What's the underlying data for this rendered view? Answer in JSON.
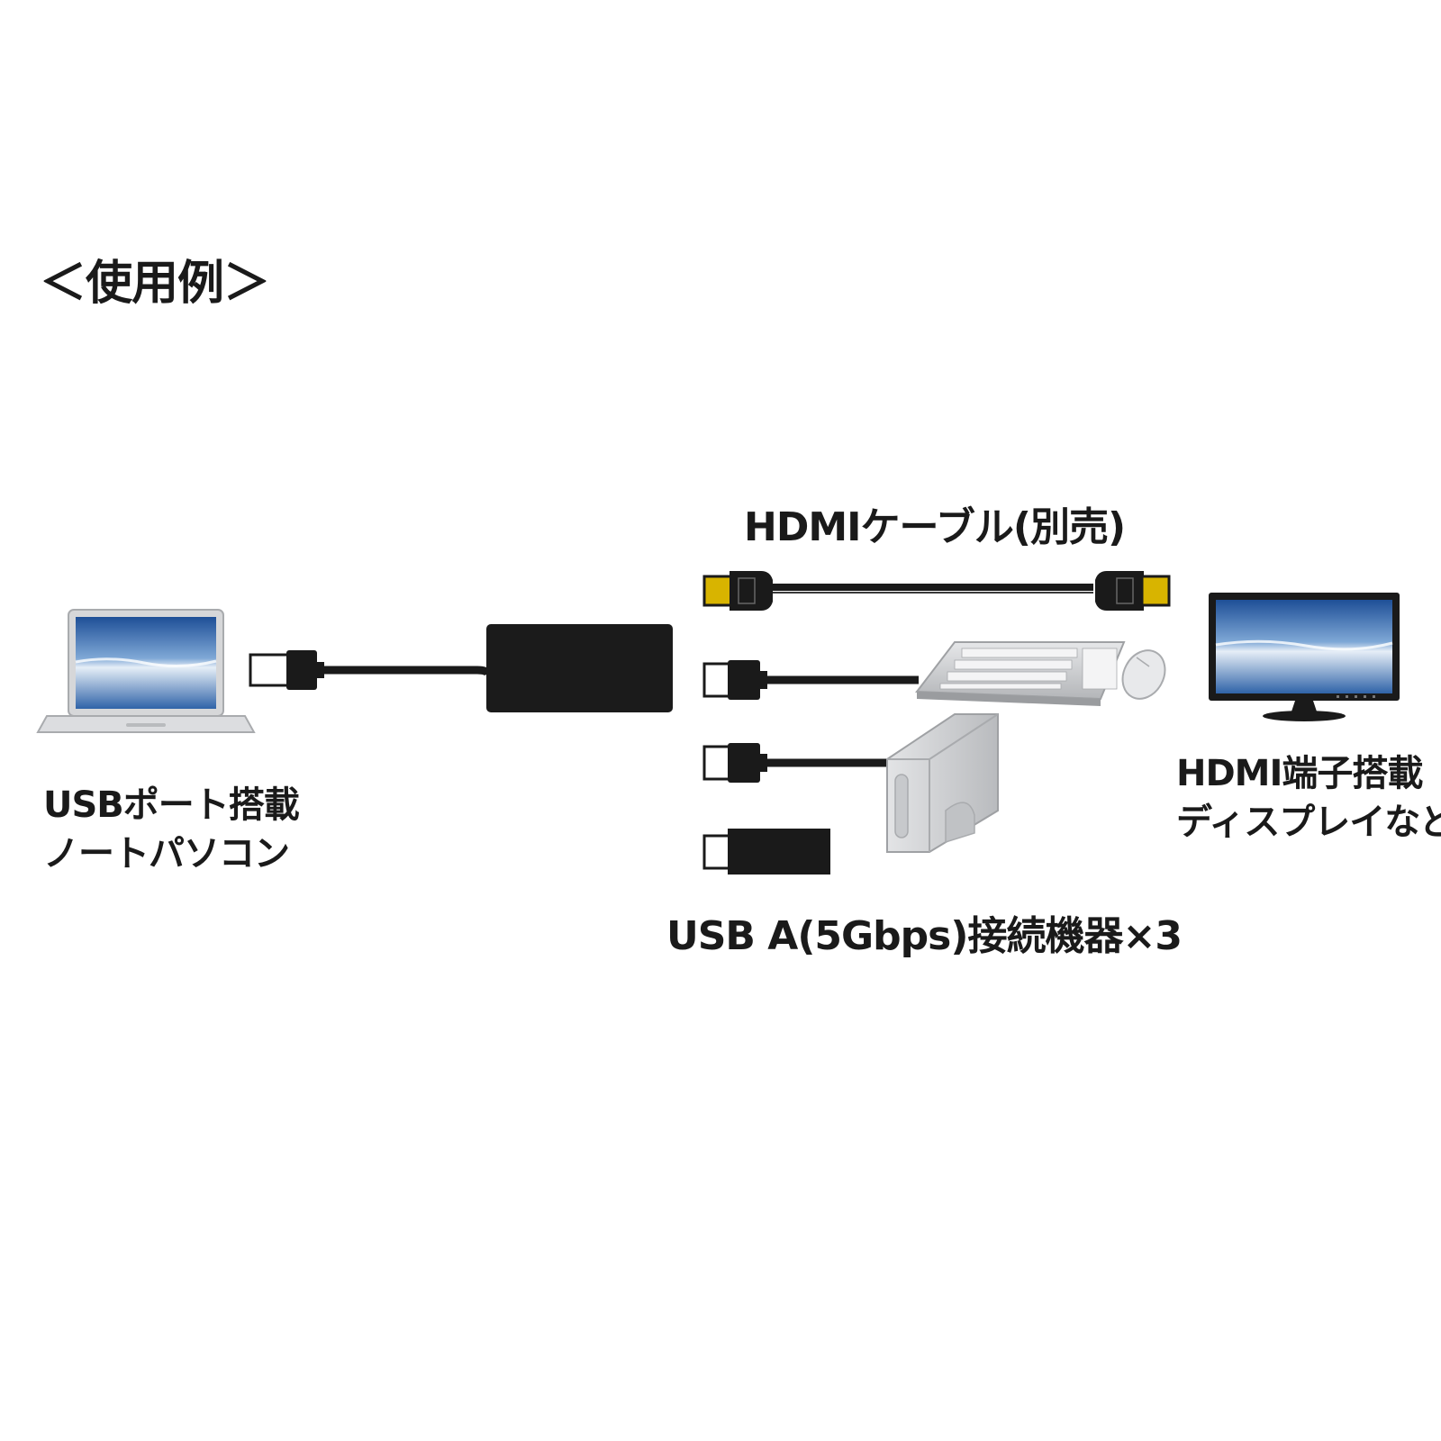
{
  "title": "＜使用例＞",
  "labels": {
    "hdmi_cable": "HDMIケーブル(別売)",
    "laptop_line1": "USBポート搭載",
    "laptop_line2": "ノートパソコン",
    "display_line1": "HDMI端子搭載",
    "display_line2": "ディスプレイなど",
    "usb_devices": "USB A(5Gbps)接続機器×3"
  },
  "colors": {
    "cable": "#1a1a1a",
    "hub": "#1b1b1b",
    "hdmi_gold": "#d8b400",
    "laptop_body": "#d9dadc",
    "screen_sky": "#3a6fb0",
    "device_gray": "#cfd0d2"
  },
  "icons": [
    "laptop-icon",
    "hub-icon",
    "hdmi-cable-icon",
    "keyboard-icon",
    "mouse-icon",
    "hdd-icon",
    "usb-connector-icon",
    "monitor-icon"
  ]
}
